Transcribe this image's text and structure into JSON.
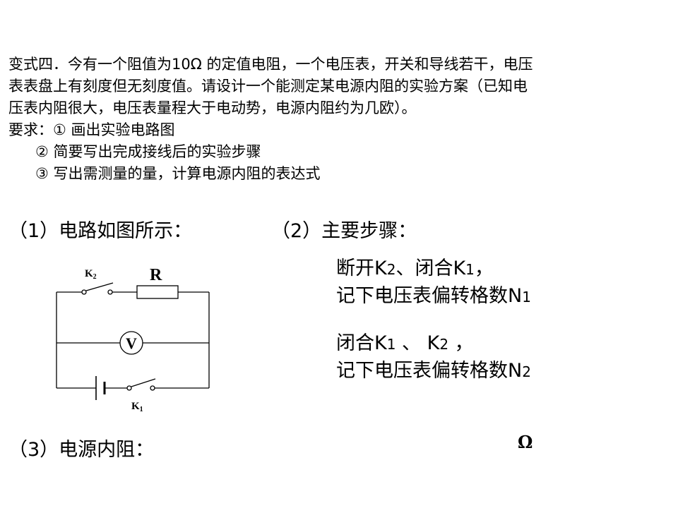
{
  "problem": {
    "lines": [
      "变式四．今有一个阻值为10Ω 的定值电阻，一个电压表，开关和导线若干，电压",
      "表表盘上有刻度但无刻度值。请设计一个能测定某电源内阻的实验方案（已知电",
      "压表内阻很大，电压表量程大于电动势，电源内阻约为几欧）。",
      "要求：① 画出实验电路图",
      "② 简要写出完成接线后的实验步骤",
      "③ 写出需测量的量，计算电源内阻的表达式"
    ]
  },
  "part1": {
    "title": "（1）电路如图所示："
  },
  "part2": {
    "title": "（2）主要步骤：",
    "step1_line1": {
      "text": "断开K",
      "sub1": "2",
      "mid": "、闭合K",
      "sub2": "1",
      "end": "，"
    },
    "step1_line2": {
      "text": "记下电压表偏转格数N",
      "sub": "1"
    },
    "step2_line1": {
      "text": "闭合K",
      "sub1": "1",
      "mid": " 、 K",
      "sub2": "2",
      "end": " ，"
    },
    "step2_line2": {
      "text": "记下电压表偏转格数N",
      "sub": "2"
    }
  },
  "part3": {
    "title": "（3）电源内阻：",
    "unit": "Ω"
  },
  "circuit": {
    "resistor_label": "R",
    "voltmeter_label": "V",
    "switch_top_label": "K",
    "switch_top_sub": "2",
    "switch_bottom_label": "K",
    "switch_bottom_sub": "1"
  }
}
